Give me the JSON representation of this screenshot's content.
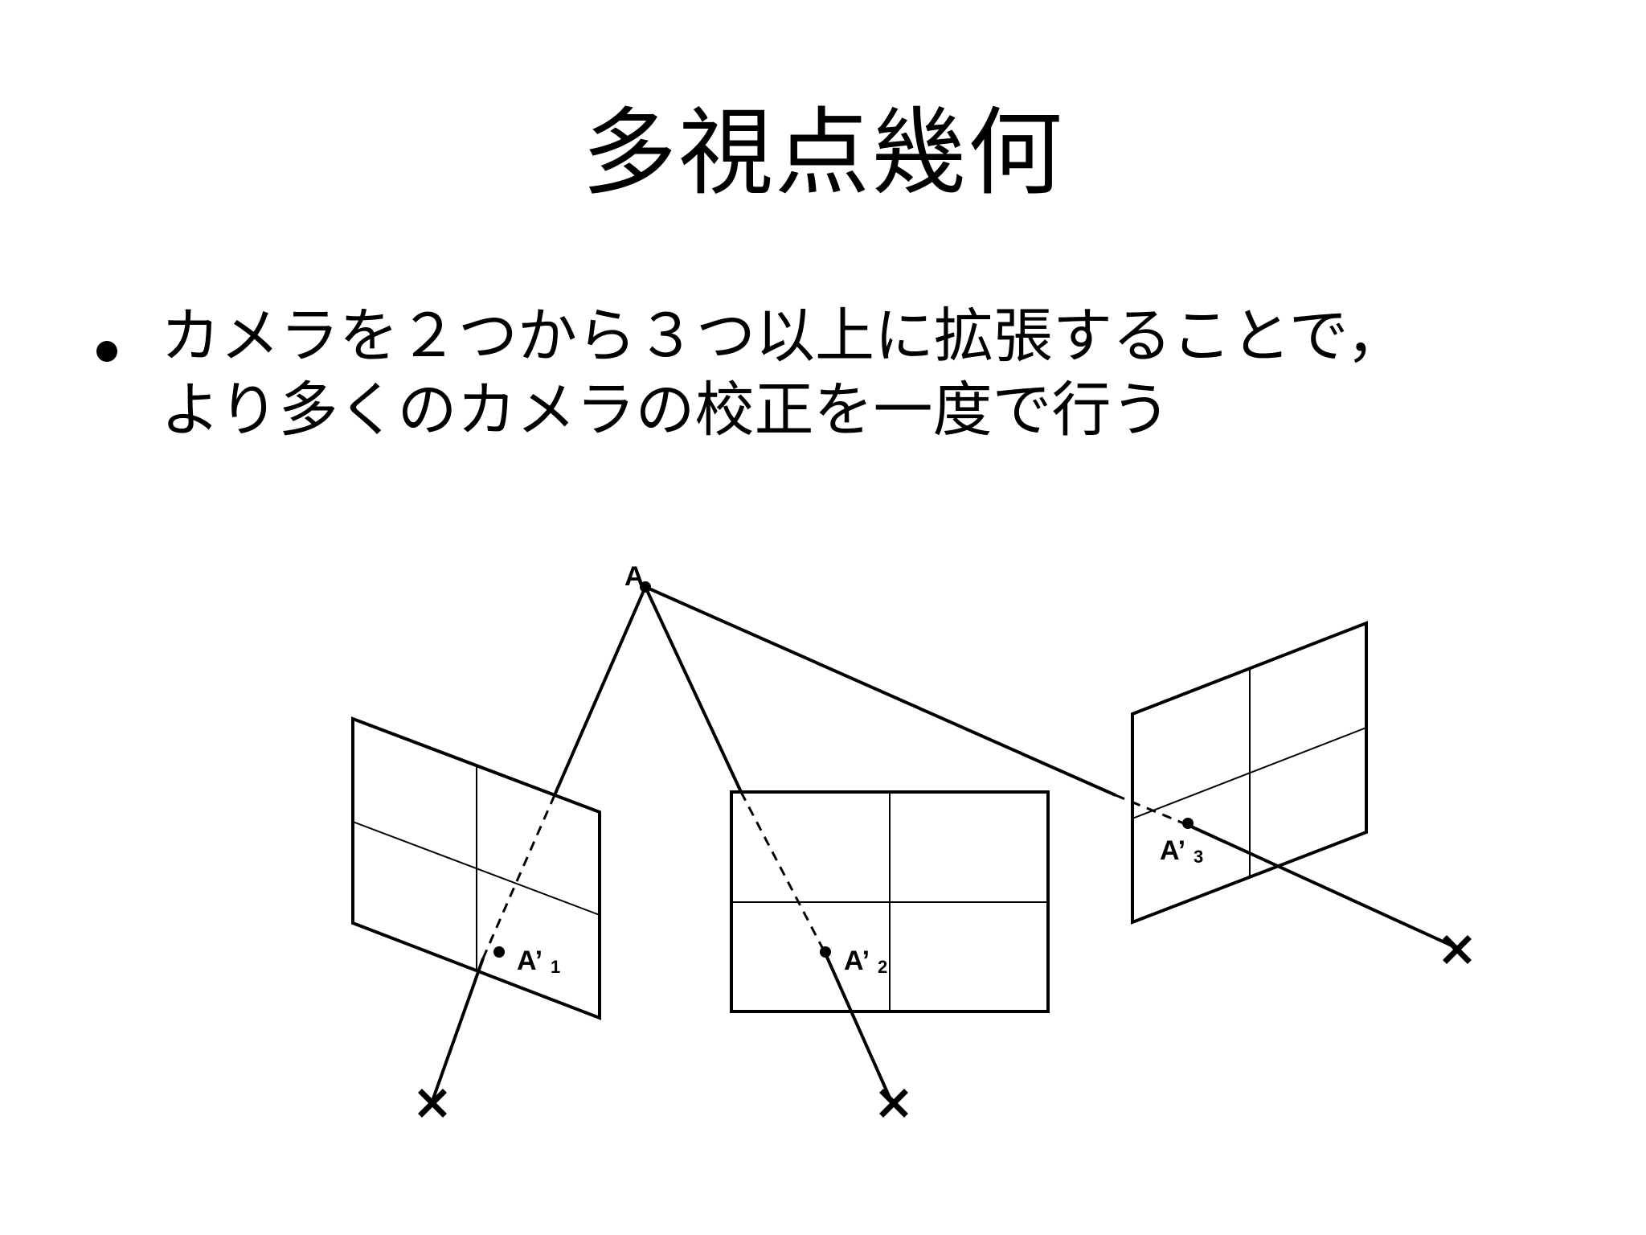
{
  "slide": {
    "title": "多視点幾何",
    "bullet_line_1": "カメラを２つから３つ以上に拡張することで，",
    "bullet_line_2": "より多くのカメラの校正を一度で行う"
  },
  "diagram": {
    "point_label": "A",
    "image_point_1": {
      "main": "A’",
      "sub": "1"
    },
    "image_point_2": {
      "main": "A’",
      "sub": "2"
    },
    "image_point_3": {
      "main": "A’",
      "sub": "3"
    },
    "stroke_color": "#000000",
    "camera_center_icon": "cross-icon"
  }
}
